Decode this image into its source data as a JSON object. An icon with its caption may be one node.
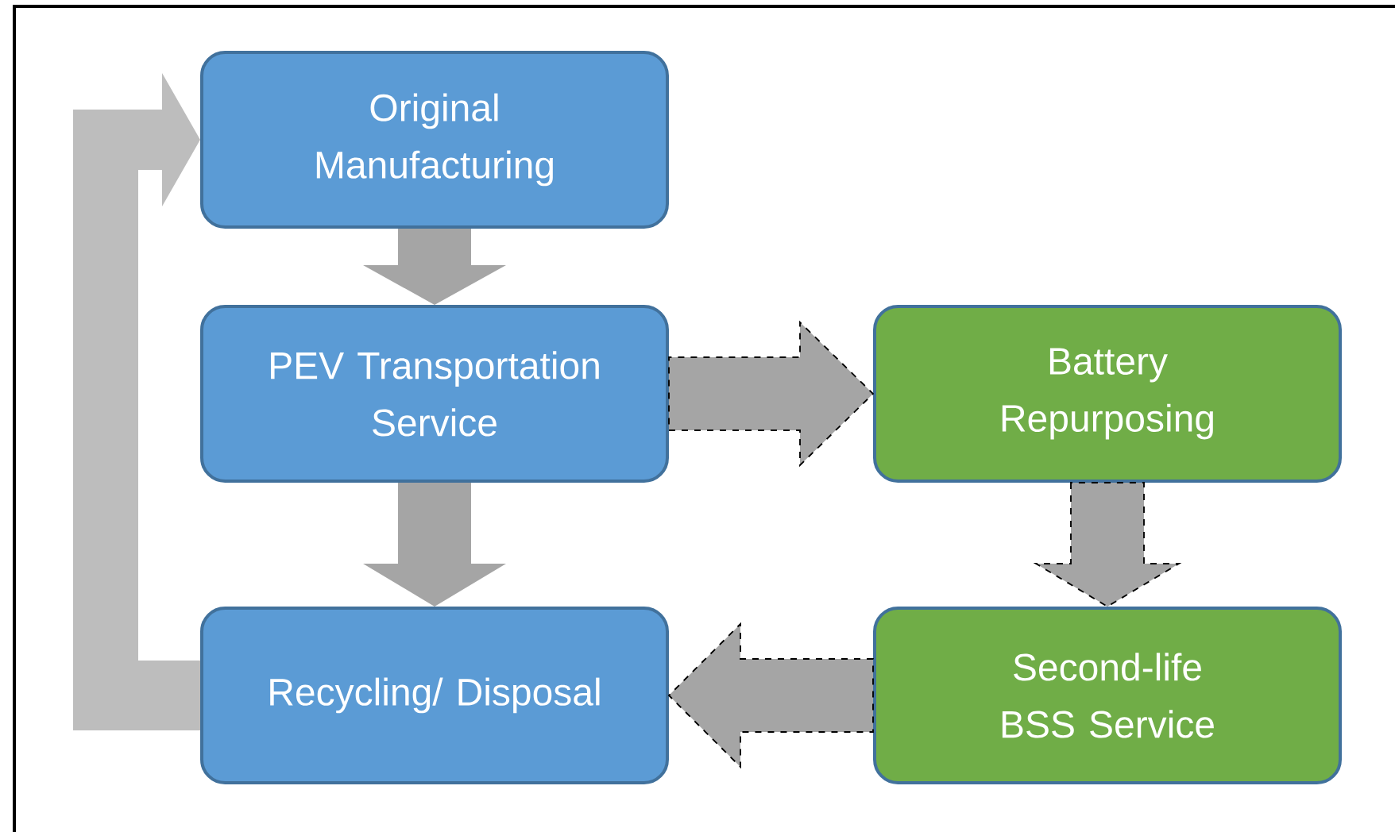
{
  "diagram": {
    "nodes": [
      {
        "text": [
          "Original Manufacturing"
        ]
      },
      {
        "text": [
          "PEV Transportation Service"
        ]
      },
      {
        "text": [
          "Battery Repurposing"
        ]
      },
      {
        "text": [
          "Recycling/ Disposal"
        ]
      },
      {
        "text": [
          "Second-life BSS Service"
        ]
      }
    ],
    "edges": [
      {
        "from": 0,
        "to": 1,
        "arrow": "to"
      },
      {
        "from": 1,
        "to": 3,
        "arrow": "to"
      },
      {
        "from": 1,
        "to": 2,
        "arrow": "to",
        "style": "dashed"
      },
      {
        "from": 2,
        "to": 4,
        "arrow": "to",
        "style": "dashed"
      },
      {
        "from": 4,
        "to": 3,
        "arrow": "to",
        "style": "dashed"
      },
      {
        "from": 3,
        "to": 0,
        "arrow": "to",
        "color": "#bdbdbd"
      }
    ]
  }
}
